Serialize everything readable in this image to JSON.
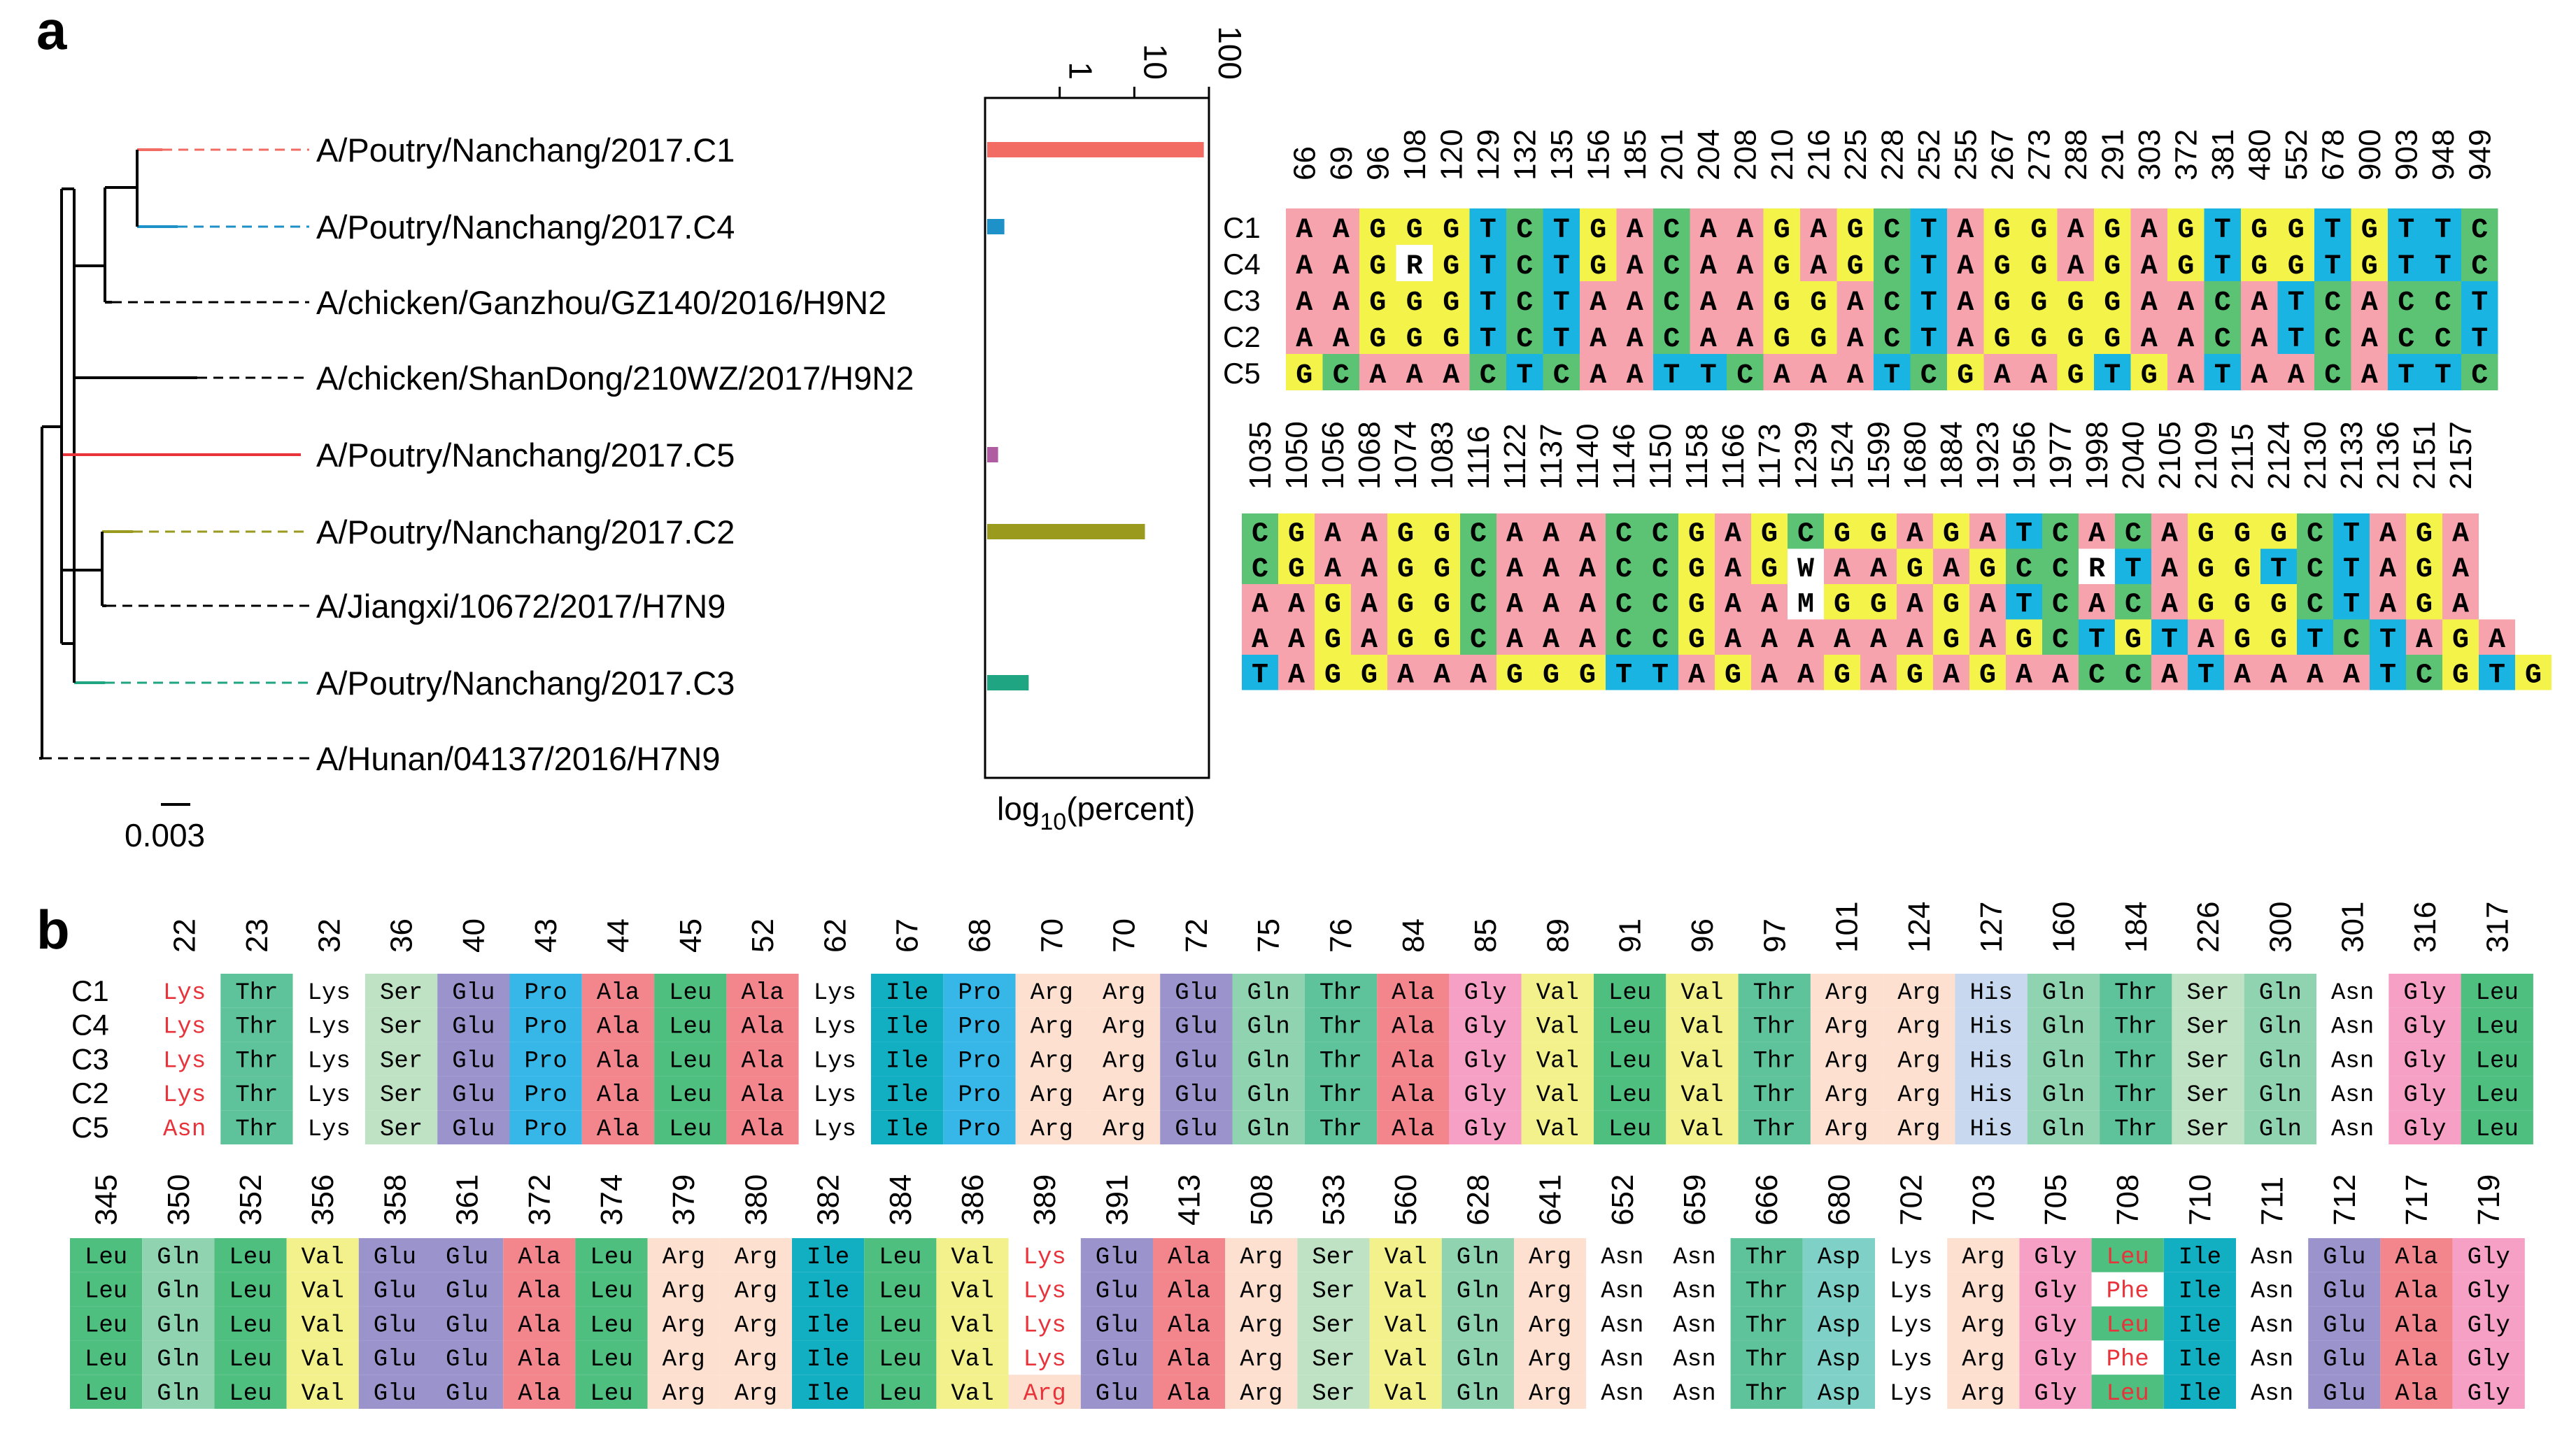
{
  "panel_labels": [
    "a",
    "b"
  ],
  "tree": {
    "scale_label": "0.003",
    "taxa": [
      {
        "name": "A/Poutry/Nanchang/2017.C1",
        "color": "#f26c63"
      },
      {
        "name": "A/Poutry/Nanchang/2017.C4",
        "color": "#1d91c8"
      },
      {
        "name": "A/chicken/Ganzhou/GZ140/2016/H9N2",
        "color": "#000000"
      },
      {
        "name": "A/chicken/ShanDong/210WZ/2017/H9N2",
        "color": "#000000"
      },
      {
        "name": "A/Poutry/Nanchang/2017.C5",
        "color": "#e8333b"
      },
      {
        "name": "A/Poutry/Nanchang/2017.C2",
        "color": "#9a9a1e"
      },
      {
        "name": "A/Jiangxi/10672/2017/H7N9",
        "color": "#000000"
      },
      {
        "name": "A/Poutry/Nanchang/2017.C3",
        "color": "#20a582"
      },
      {
        "name": "A/Hunan/04137/2016/H7N9",
        "color": "#000000"
      }
    ]
  },
  "chart_data": {
    "type": "bar",
    "orientation": "horizontal",
    "scale": "log10",
    "xlim": [
      0.1,
      100
    ],
    "ticks": [
      "1",
      "10",
      "100"
    ],
    "xlabel_main": "log",
    "xlabel_sub": "10",
    "xlabel_rest": "(percent)",
    "categories": [
      "C1",
      "C4",
      "C5",
      "C2",
      "C3"
    ],
    "values": [
      80,
      0.17,
      0.14,
      13.0,
      0.36
    ],
    "colors": [
      "#f26c63",
      "#1d91c8",
      "#b05ca3",
      "#9a9a1e",
      "#20a582"
    ]
  },
  "nt_rows": [
    "C1",
    "C4",
    "C3",
    "C2",
    "C5"
  ],
  "nt_colors": {
    "A": "#f7a3ad",
    "G": "#f3f34a",
    "C": "#5cc374",
    "T": "#1ab4e2",
    "R": "#ffffff",
    "W": "#ffffff",
    "M": "#ffffff"
  },
  "nt_block1": {
    "positions": [
      "66",
      "69",
      "96",
      "108",
      "120",
      "129",
      "132",
      "135",
      "156",
      "185",
      "201",
      "204",
      "208",
      "210",
      "216",
      "225",
      "228",
      "252",
      "255",
      "267",
      "273",
      "288",
      "291",
      "303",
      "372",
      "381",
      "480",
      "552",
      "678",
      "900",
      "903",
      "948",
      "949"
    ],
    "seqs": [
      "AAGGGTCTGACAAGAGCTAGGAGAGTGGTGTTC",
      "AAGRGTCTGACAAGAGCTAGGAGAGTGGTGTTC",
      "AAGGGTCTAACAAGGACTAGGGGAACATCACCT",
      "AAGGGTCTAACAAGGACTAGGGGAACATCACCT",
      "GCAAACTCAATTCAAATCGAAGTGATAACATTC"
    ]
  },
  "nt_block2": {
    "positions": [
      "1035",
      "1050",
      "1056",
      "1068",
      "1074",
      "1083",
      "1116",
      "1122",
      "1137",
      "1140",
      "1146",
      "1150",
      "1158",
      "1166",
      "1173",
      "1239",
      "1524",
      "1599",
      "1680",
      "1884",
      "1923",
      "1956",
      "1977",
      "1998",
      "2040",
      "2105",
      "2109",
      "2115",
      "2124",
      "2130",
      "2133",
      "2136",
      "2151",
      "2157"
    ],
    "seqs": [
      "CGAAGGCAAACCGAGCGGAGATCACAGGGCTAGA",
      "CGAAGGCAAACCGAGWAAGAGCCRTAGGTCTAGA",
      "AAGAGGCAAACCGAAMGGAGATCACAGGGCTAGA",
      "AAGAGGCAAACCGAAAAAAGAGCTGTAGGTCTAGA",
      "TAGGAAAGGGTTAGAAGAGAGAACCATAAAATCGTG"
    ]
  },
  "aa_rows": [
    "C1",
    "C4",
    "C3",
    "C2",
    "C5"
  ],
  "aa_colors": {
    "Lys": "#ffffff",
    "Asn": "#ffffff",
    "Thr": "#5ec39a",
    "Ser": "#bfe2c4",
    "Glu": "#9b94cc",
    "Pro": "#36b7e8",
    "Ala": "#f2868c",
    "Leu": "#4fbf80",
    "Ile": "#12afc3",
    "Arg": "#fde0cf",
    "Gln": "#8fd3b0",
    "Gly": "#f6a0c6",
    "Val": "#f3f18c",
    "His": "#c8d8ee",
    "Asp": "#7fd1c7",
    "Phe": "#ffffff"
  },
  "aa_red": {
    "Lys": true,
    "Asn": true,
    "Phe": true
  },
  "aa_block1": {
    "positions": [
      "22",
      "23",
      "32",
      "36",
      "40",
      "43",
      "44",
      "45",
      "52",
      "62",
      "67",
      "68",
      "70",
      "70",
      "72",
      "75",
      "76",
      "84",
      "85",
      "89",
      "91",
      "96",
      "97",
      "101",
      "124",
      "127",
      "160",
      "184",
      "226",
      "300",
      "301",
      "316",
      "317"
    ],
    "seqs": [
      [
        "Lys",
        "Thr",
        "Lys",
        "Ser",
        "Glu",
        "Pro",
        "Ala",
        "Leu",
        "Ala",
        "Lys",
        "Ile",
        "Pro",
        "Arg",
        "Arg",
        "Glu",
        "Gln",
        "Thr",
        "Ala",
        "Gly",
        "Val",
        "Leu",
        "Val",
        "Thr",
        "Arg",
        "Arg",
        "His",
        "Gln",
        "Thr",
        "Ser",
        "Gln",
        "Asn",
        "Gly",
        "Leu"
      ],
      [
        "Lys",
        "Thr",
        "Lys",
        "Ser",
        "Glu",
        "Pro",
        "Ala",
        "Leu",
        "Ala",
        "Lys",
        "Ile",
        "Pro",
        "Arg",
        "Arg",
        "Glu",
        "Gln",
        "Thr",
        "Ala",
        "Gly",
        "Val",
        "Leu",
        "Val",
        "Thr",
        "Arg",
        "Arg",
        "His",
        "Gln",
        "Thr",
        "Ser",
        "Gln",
        "Asn",
        "Gly",
        "Leu"
      ],
      [
        "Lys",
        "Thr",
        "Lys",
        "Ser",
        "Glu",
        "Pro",
        "Ala",
        "Leu",
        "Ala",
        "Lys",
        "Ile",
        "Pro",
        "Arg",
        "Arg",
        "Glu",
        "Gln",
        "Thr",
        "Ala",
        "Gly",
        "Val",
        "Leu",
        "Val",
        "Thr",
        "Arg",
        "Arg",
        "His",
        "Gln",
        "Thr",
        "Ser",
        "Gln",
        "Asn",
        "Gly",
        "Leu"
      ],
      [
        "Lys",
        "Thr",
        "Lys",
        "Ser",
        "Glu",
        "Pro",
        "Ala",
        "Leu",
        "Ala",
        "Lys",
        "Ile",
        "Pro",
        "Arg",
        "Arg",
        "Glu",
        "Gln",
        "Thr",
        "Ala",
        "Gly",
        "Val",
        "Leu",
        "Val",
        "Thr",
        "Arg",
        "Arg",
        "His",
        "Gln",
        "Thr",
        "Ser",
        "Gln",
        "Asn",
        "Gly",
        "Leu"
      ],
      [
        "Asn",
        "Thr",
        "Lys",
        "Ser",
        "Glu",
        "Pro",
        "Ala",
        "Leu",
        "Ala",
        "Lys",
        "Ile",
        "Pro",
        "Arg",
        "Arg",
        "Glu",
        "Gln",
        "Thr",
        "Ala",
        "Gly",
        "Val",
        "Leu",
        "Val",
        "Thr",
        "Arg",
        "Arg",
        "His",
        "Gln",
        "Thr",
        "Ser",
        "Gln",
        "Asn",
        "Gly",
        "Leu"
      ]
    ]
  },
  "aa_block2": {
    "positions": [
      "345",
      "350",
      "352",
      "356",
      "358",
      "361",
      "372",
      "374",
      "379",
      "380",
      "382",
      "384",
      "386",
      "389",
      "391",
      "413",
      "508",
      "533",
      "560",
      "628",
      "641",
      "652",
      "659",
      "666",
      "680",
      "702",
      "703",
      "705",
      "708",
      "710",
      "711",
      "712",
      "717",
      "719"
    ],
    "seqs": [
      [
        "Leu",
        "Gln",
        "Leu",
        "Val",
        "Glu",
        "Glu",
        "Ala",
        "Leu",
        "Arg",
        "Arg",
        "Ile",
        "Leu",
        "Val",
        "Lys",
        "Glu",
        "Ala",
        "Arg",
        "Ser",
        "Val",
        "Gln",
        "Arg",
        "Asn",
        "Asn",
        "Thr",
        "Asp",
        "Lys",
        "Arg",
        "Gly",
        "Leu",
        "Ile",
        "Asn",
        "Glu",
        "Ala",
        "Gly"
      ],
      [
        "Leu",
        "Gln",
        "Leu",
        "Val",
        "Glu",
        "Glu",
        "Ala",
        "Leu",
        "Arg",
        "Arg",
        "Ile",
        "Leu",
        "Val",
        "Lys",
        "Glu",
        "Ala",
        "Arg",
        "Ser",
        "Val",
        "Gln",
        "Arg",
        "Asn",
        "Asn",
        "Thr",
        "Asp",
        "Lys",
        "Arg",
        "Gly",
        "Phe",
        "Ile",
        "Asn",
        "Glu",
        "Ala",
        "Gly"
      ],
      [
        "Leu",
        "Gln",
        "Leu",
        "Val",
        "Glu",
        "Glu",
        "Ala",
        "Leu",
        "Arg",
        "Arg",
        "Ile",
        "Leu",
        "Val",
        "Lys",
        "Glu",
        "Ala",
        "Arg",
        "Ser",
        "Val",
        "Gln",
        "Arg",
        "Asn",
        "Asn",
        "Thr",
        "Asp",
        "Lys",
        "Arg",
        "Gly",
        "Leu",
        "Ile",
        "Asn",
        "Glu",
        "Ala",
        "Gly"
      ],
      [
        "Leu",
        "Gln",
        "Leu",
        "Val",
        "Glu",
        "Glu",
        "Ala",
        "Leu",
        "Arg",
        "Arg",
        "Ile",
        "Leu",
        "Val",
        "Lys",
        "Glu",
        "Ala",
        "Arg",
        "Ser",
        "Val",
        "Gln",
        "Arg",
        "Asn",
        "Asn",
        "Thr",
        "Asp",
        "Lys",
        "Arg",
        "Gly",
        "Phe",
        "Ile",
        "Asn",
        "Glu",
        "Ala",
        "Gly"
      ],
      [
        "Leu",
        "Gln",
        "Leu",
        "Val",
        "Glu",
        "Glu",
        "Ala",
        "Leu",
        "Arg",
        "Arg",
        "Ile",
        "Leu",
        "Val",
        "Arg",
        "Glu",
        "Ala",
        "Arg",
        "Ser",
        "Val",
        "Gln",
        "Arg",
        "Asn",
        "Asn",
        "Thr",
        "Asp",
        "Lys",
        "Arg",
        "Gly",
        "Leu",
        "Ile",
        "Asn",
        "Glu",
        "Ala",
        "Gly"
      ]
    ],
    "red_cells": [
      [
        0,
        13
      ],
      [
        1,
        13
      ],
      [
        2,
        13
      ],
      [
        3,
        13
      ],
      [
        4,
        13
      ],
      [
        0,
        28
      ],
      [
        1,
        28
      ],
      [
        2,
        28
      ],
      [
        3,
        28
      ],
      [
        4,
        28
      ]
    ]
  }
}
